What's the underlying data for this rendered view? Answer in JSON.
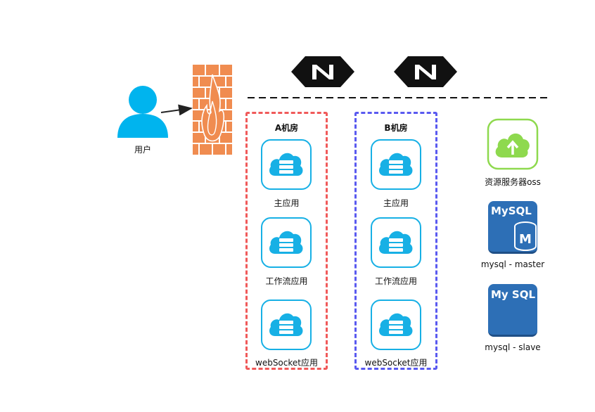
{
  "user": {
    "label": "用户"
  },
  "room_a": {
    "title": "A机房",
    "color": "#f05a5a",
    "services": [
      {
        "label": "主应用"
      },
      {
        "label": "工作流应用"
      },
      {
        "label": "webSocket应用"
      }
    ]
  },
  "room_b": {
    "title": "B机房",
    "color": "#5a5af0",
    "services": [
      {
        "label": "主应用"
      },
      {
        "label": "工作流应用"
      },
      {
        "label": "webSocket应用"
      }
    ]
  },
  "resources": {
    "oss_label": "资源服务器oss",
    "mysql_master_label": "mysql - master",
    "mysql_master_logo": "MySQL",
    "mysql_master_badge": "M",
    "mysql_slave_label": "mysql - slave",
    "mysql_slave_logo": "My SQL"
  },
  "icons": {
    "user": "user-icon",
    "firewall": "firewall-icon",
    "nginx": "nginx-icon",
    "cloud_server": "cloud-server-icon",
    "oss": "oss-cloud-upload-icon",
    "mysql": "mysql-database-icon"
  },
  "colors": {
    "user": "#00b4ee",
    "firewall": "#f08c50",
    "nginx": "#111111",
    "service_border": "#17b0e5",
    "oss": "#8ed94e",
    "mysql": "#2d6fb6"
  }
}
